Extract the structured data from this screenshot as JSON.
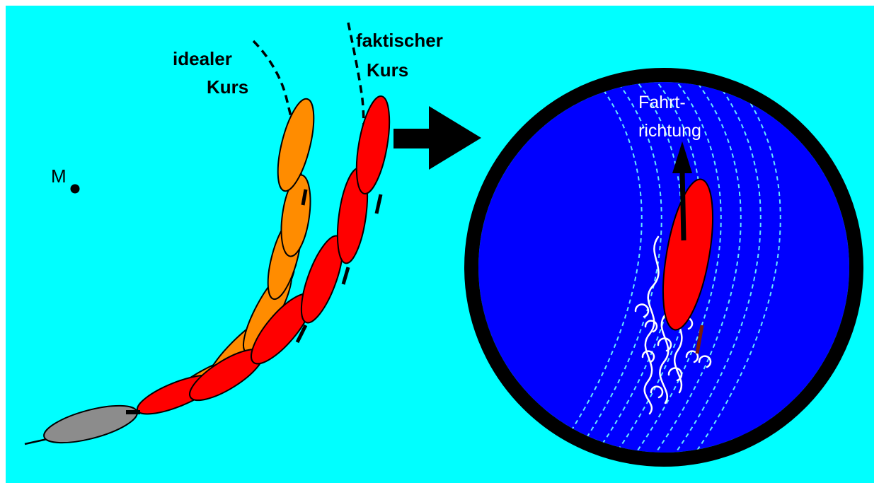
{
  "labels": {
    "center_point": "M",
    "ideal_course_line1": "idealer",
    "ideal_course_line2": "Kurs",
    "actual_course_line1": "faktischer",
    "actual_course_line2": "Kurs",
    "direction_line1": "Fahrt-",
    "direction_line2": "richtung"
  },
  "colors": {
    "background": "#00ffff",
    "frame": "#ffffff",
    "ideal_boat": "#ff8c00",
    "actual_boat": "#ff0000",
    "start_boat": "#8c8c8c",
    "water": "#0000ff",
    "lens_ring": "#000000",
    "stream_lines": "#66e6ff",
    "wake": "#ffffff"
  },
  "icons": {
    "magnify_arrow": "arrow-right-icon",
    "direction_arrow": "arrow-up-icon"
  }
}
